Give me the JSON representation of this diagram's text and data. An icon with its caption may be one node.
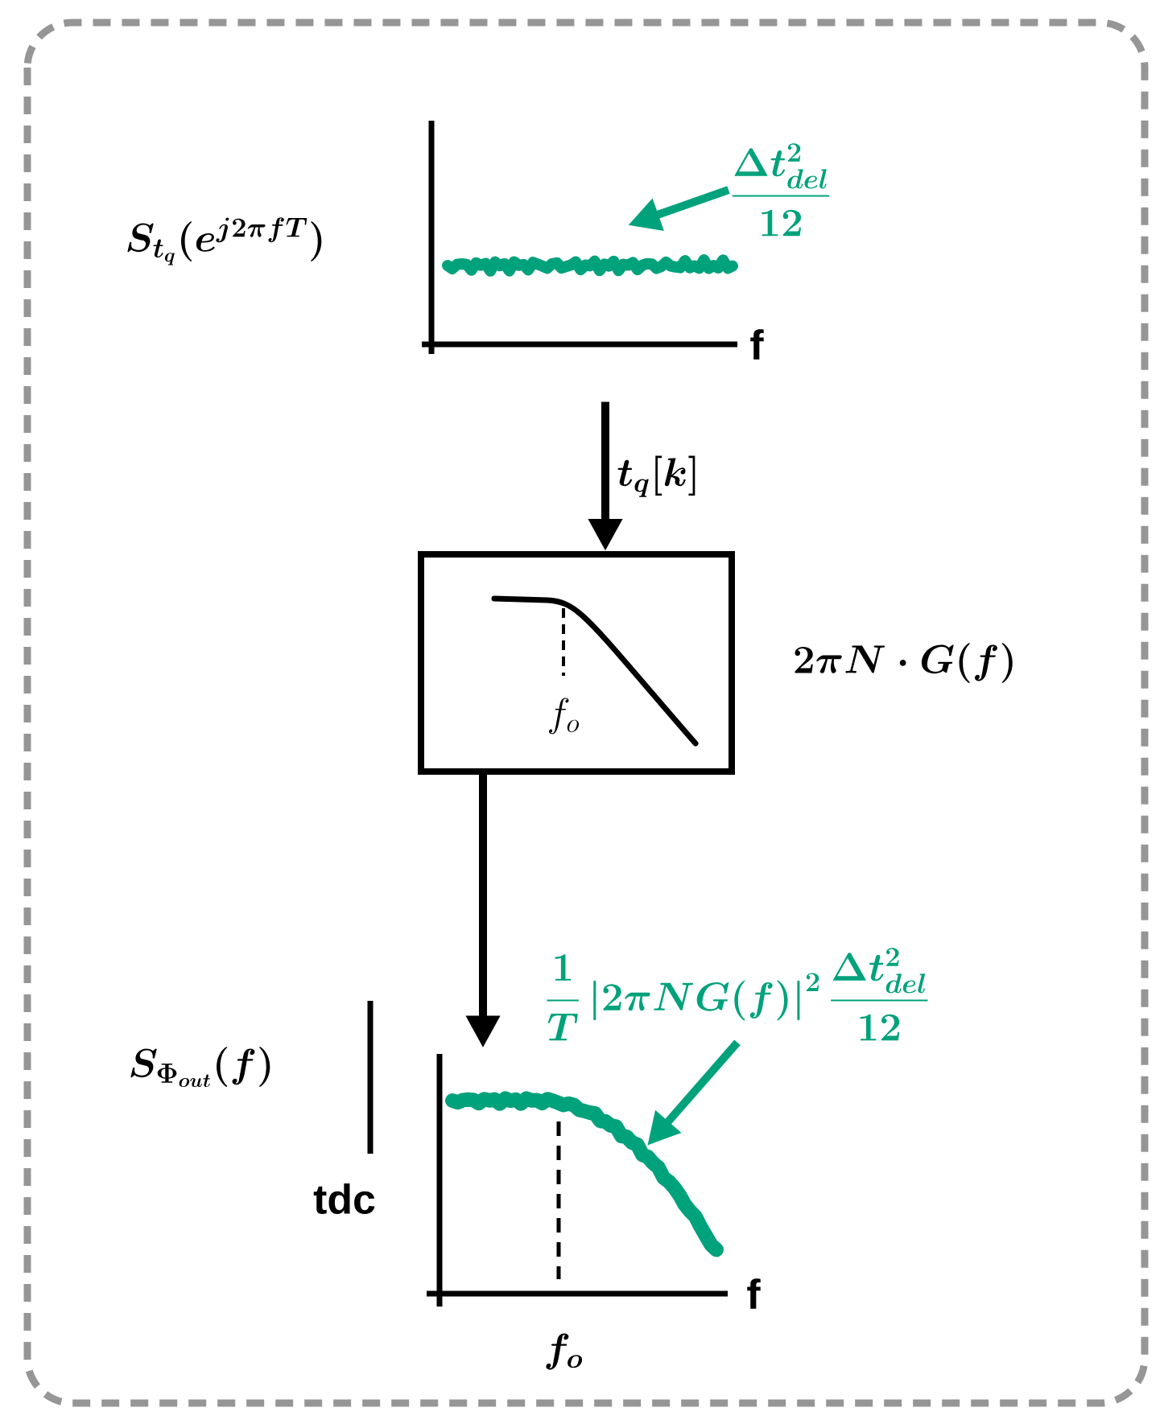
{
  "diagram": {
    "nodes": [
      {
        "text": [],
        "shape": "picture",
        "beside": [
          "f"
        ]
      },
      {
        "text": [
          "\\frac{\\Delta t_{del}^{2}}{12}"
        ]
      },
      {
        "text": [
          "f_{o}"
        ],
        "beside": [
          "2\\pi N\\cdot G(f)"
        ]
      },
      {
        "text": [],
        "shape": "picture",
        "beside": [
          "f"
        ]
      },
      {
        "text": [
          "\\frac{1}{T}\\left|2\\pi NG(f)\\right|^{2}\\frac{\\Delta t_{del}^{2}}{12}"
        ]
      }
    ],
    "edges": [
      {
        "from": 0,
        "to": 2,
        "arrow": "to",
        "label": "t_{q}[k]"
      },
      {
        "from": 2,
        "to": 3,
        "arrow": "to"
      },
      {
        "from": 1,
        "to": 0,
        "arrow": "to",
        "color": "#00a27c"
      },
      {
        "from": 4,
        "to": 3,
        "arrow": "to",
        "color": "#00a27c"
      }
    ],
    "labels": [
      "S_{t_q}(e^{j2\\pi fT})",
      "S_{\\Phi_{out}}(f)",
      "tdc",
      "f_{o}"
    ]
  }
}
